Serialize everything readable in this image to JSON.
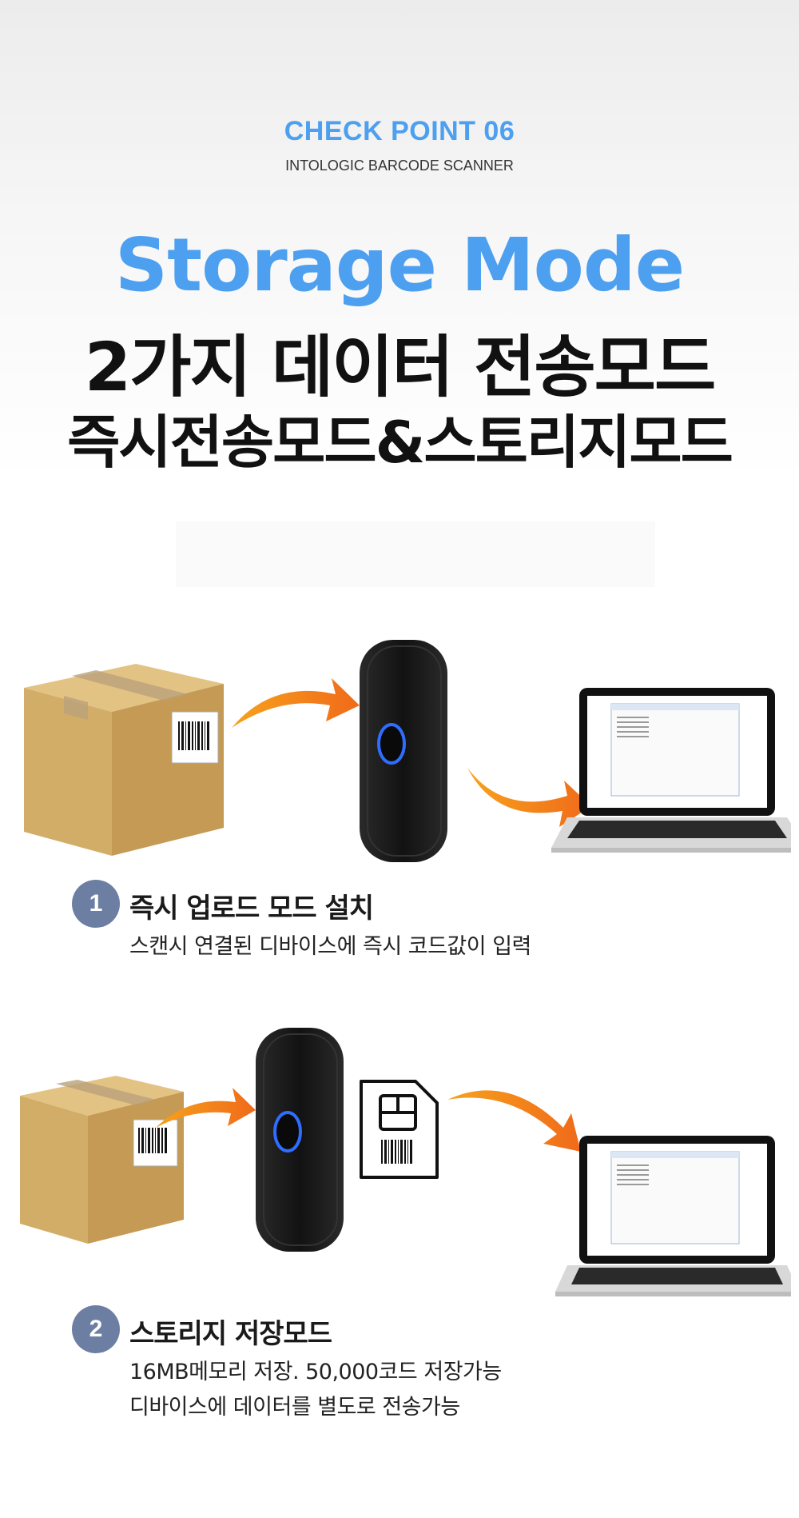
{
  "header": {
    "kicker": "CHECK POINT 06",
    "subtitle": "INTOLOGIC BARCODE SCANNER",
    "title_en": "Storage Mode",
    "title_ko_line1": "2가지 데이터 전송모드",
    "title_ko_line2": "즉시전송모드&스토리지모드"
  },
  "steps": [
    {
      "number": "1",
      "title": "즉시 업로드 모드 설치",
      "desc_lines": [
        "스캔시 연결된 디바이스에 즉시 코드값이 입력"
      ]
    },
    {
      "number": "2",
      "title": "스토리지 저장모드",
      "desc_lines": [
        "16MB메모리 저장. 50,000코드 저장가능",
        "디바이스에 데이터를 별도로 전송가능"
      ]
    }
  ],
  "colors": {
    "accent_blue": "#4d9ff0",
    "badge": "#6c7fa3",
    "arrow_start": "#f7a21c",
    "arrow_end": "#f06a1a",
    "box": "#d6b26e",
    "scanner": "#1b1b1b",
    "scanner_ring": "#2f6dff"
  },
  "icons": [
    "box-icon",
    "barcode-icon",
    "arrow-icon",
    "scanner-icon",
    "laptop-icon",
    "sim-card-icon"
  ]
}
